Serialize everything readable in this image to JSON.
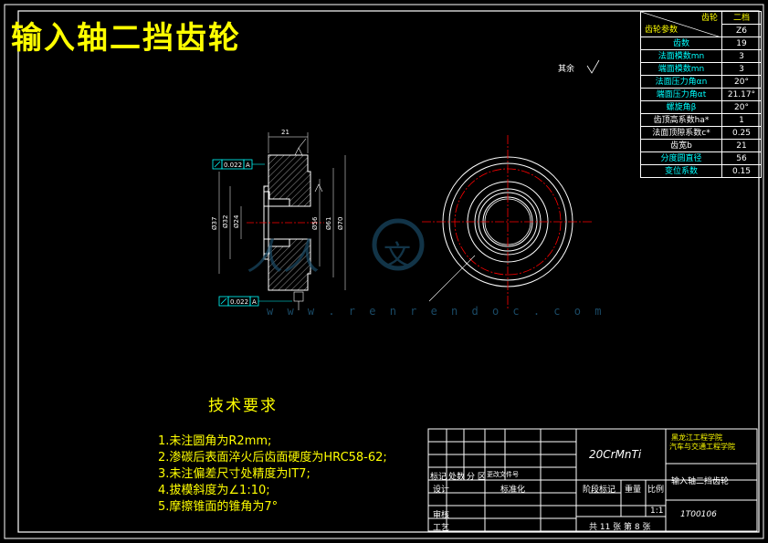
{
  "title": "输入轴二挡齿轮",
  "param_table": {
    "header_col1": "齿轮",
    "header_col0": "齿轮参数",
    "header_value": "二档",
    "rows": [
      {
        "label": "",
        "value": "Z6"
      },
      {
        "label": "齿数",
        "value": "19"
      },
      {
        "label": "法面模数mn",
        "value": "3"
      },
      {
        "label": "端面模数mn",
        "value": "3"
      },
      {
        "label": "法面压力角αn",
        "value": "20°"
      },
      {
        "label": "端面压力角αt",
        "value": "21.17°"
      },
      {
        "label": "螺旋角β",
        "value": "20°"
      },
      {
        "label": "齿顶高系数ha*",
        "value": "1"
      },
      {
        "label": "法面顶隙系数c*",
        "value": "0.25"
      },
      {
        "label": "齿宽b",
        "value": "21"
      },
      {
        "label": "分度圆直径",
        "value": "56"
      },
      {
        "label": "变位系数",
        "value": "0.15"
      }
    ]
  },
  "roughness_note": "其余",
  "tolerances": {
    "upper": "0.022",
    "upper_ref": "A",
    "lower": "0.022",
    "lower_ref": "A"
  },
  "dimensions": {
    "width": "21",
    "d37": "Ø37",
    "d32": "Ø32",
    "d24": "Ø24",
    "d56": "Ø56",
    "d61": "Ø61",
    "d70": "Ø70"
  },
  "watermark_url": "w w w . r e n r e n d o c . c o m",
  "tech_requirements": {
    "heading": "技术要求",
    "items": [
      "1.未注圆角为R2mm;",
      "2.渗碳后表面淬火后齿面硬度为HRC58-62;",
      "3.未注偏差尺寸处精度为IT7;",
      "4.拔模斜度为∠1:10;",
      "5.摩擦锥面的锥角为7°"
    ]
  },
  "title_block": {
    "material": "20CrMnTi",
    "school": "黑龙江工程学院",
    "dept": "汽车与交通工程学院",
    "part_name": "输入轴二挡齿轮",
    "drawing_no": "1T00106",
    "scale": "1:1",
    "sheet_info": "共 11 张  第 8 张",
    "label_mark": "标记",
    "label_count": "处数",
    "label_zone": "分  区",
    "label_change": "更改文件号",
    "label_design": "设计",
    "label_standard": "标准化",
    "label_review": "审核",
    "label_process": "工艺",
    "label_stage": "阶段标记",
    "label_weight": "重量",
    "label_ratio": "比例"
  },
  "colors": {
    "background": "#000000",
    "title": "#ffff00",
    "outline": "#ffffff",
    "accent_cyan": "#00ffff",
    "centerline": "#ff0000",
    "watermark": "#1a4a66"
  }
}
